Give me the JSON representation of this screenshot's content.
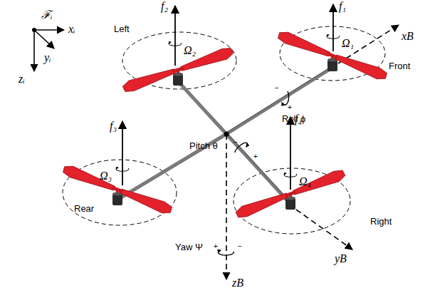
{
  "diagram": {
    "labels": [
      "ℱᵢ",
      "xᵢ",
      "yᵢ",
      "zᵢ",
      "Left",
      "f₂",
      "Ω₂",
      "f₁",
      "Ω₁",
      "xB",
      "Front",
      "−",
      "+",
      "Roll ϕ",
      "Pitch θ",
      "−",
      "+",
      "f₃",
      "Ω₃",
      "Rear",
      "f₄",
      "Ω₄",
      "Right",
      "yB",
      "Yaw Ψ",
      "+",
      "−",
      "zB"
    ]
  }
}
